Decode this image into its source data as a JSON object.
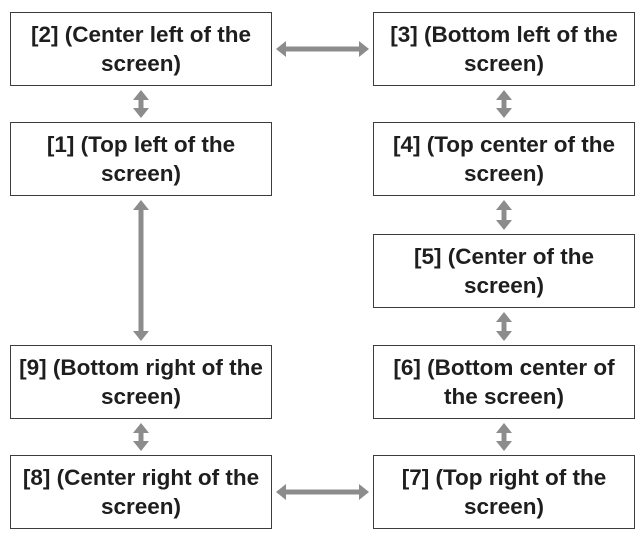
{
  "colors": {
    "border": "#3c3c3c",
    "text": "#1e1e1e",
    "arrow": "#8c8c8c",
    "background": "#ffffff"
  },
  "boxes": {
    "b2": "[2] (Center left of the screen)",
    "b3": "[3] (Bottom left of the screen)",
    "b1": "[1] (Top left of the screen)",
    "b4": "[4] (Top center of the screen)",
    "b5": "[5] (Center of the screen)",
    "b9": "[9] (Bottom right of the screen)",
    "b6": "[6] (Bottom center of the screen)",
    "b8": "[8] (Center right of the screen)",
    "b7": "[7] (Top right of the screen)"
  },
  "connections": [
    {
      "from": "b2",
      "to": "b3"
    },
    {
      "from": "b2",
      "to": "b1"
    },
    {
      "from": "b3",
      "to": "b4"
    },
    {
      "from": "b4",
      "to": "b5"
    },
    {
      "from": "b5",
      "to": "b6"
    },
    {
      "from": "b1",
      "to": "b9"
    },
    {
      "from": "b9",
      "to": "b8"
    },
    {
      "from": "b6",
      "to": "b7"
    },
    {
      "from": "b8",
      "to": "b7"
    }
  ]
}
